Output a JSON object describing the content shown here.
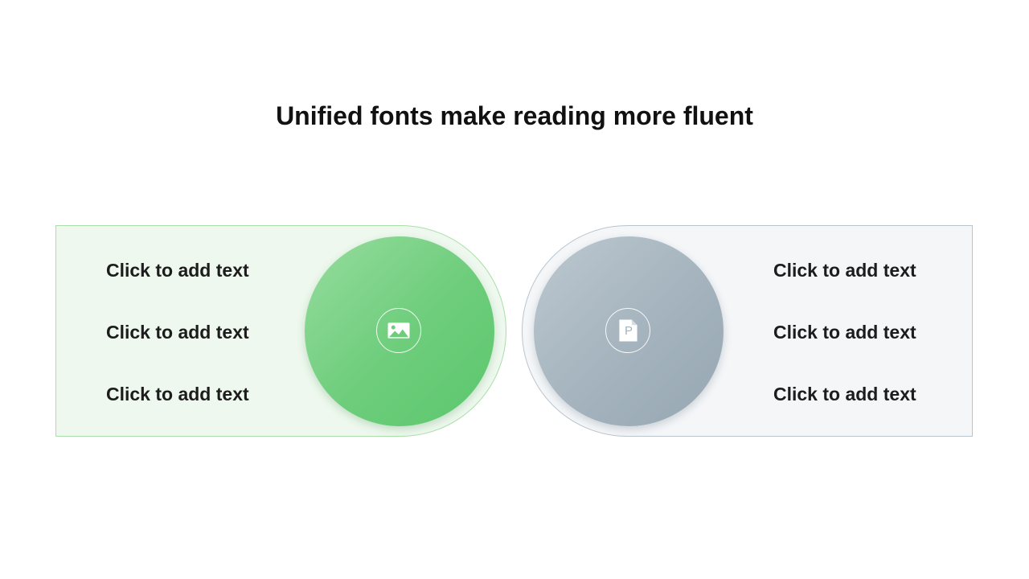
{
  "slide": {
    "title": "Unified fonts make reading more fluent"
  },
  "left_panel": {
    "icon": "image-icon",
    "accent_color": "#5cc76e",
    "items": [
      {
        "label": "Click to add text"
      },
      {
        "label": "Click to add text"
      },
      {
        "label": "Click to add text"
      }
    ]
  },
  "right_panel": {
    "icon": "document-p-icon",
    "icon_letter": "P",
    "accent_color": "#97a7b2",
    "items": [
      {
        "label": "Click to add text"
      },
      {
        "label": "Click to add text"
      },
      {
        "label": "Click to add text"
      }
    ]
  }
}
